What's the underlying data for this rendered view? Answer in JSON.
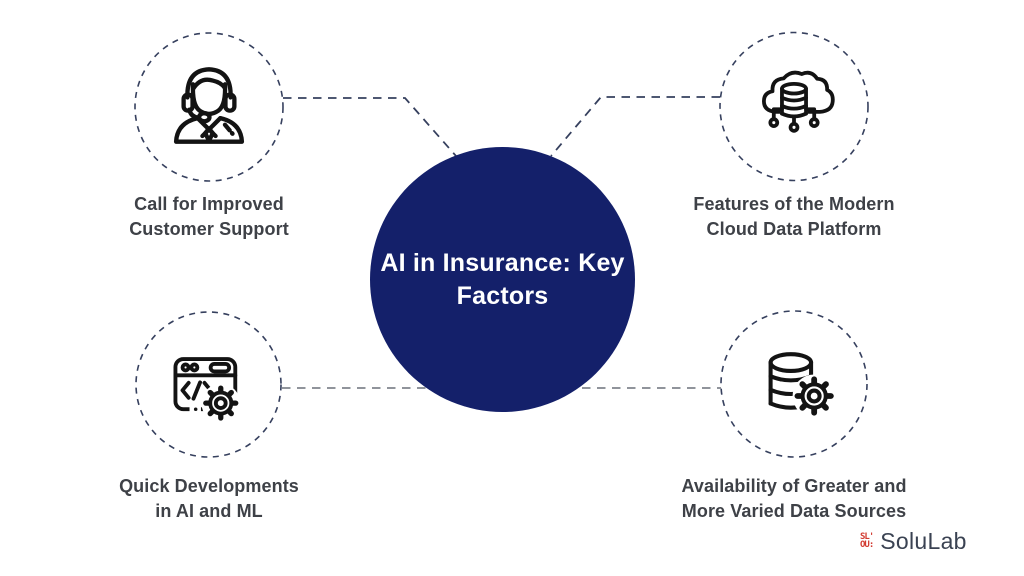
{
  "diagram": {
    "title": "AI in Insurance: Key Factors",
    "title_line1": "AI in Insurance: Key",
    "title_line2": "Factors",
    "factors": [
      {
        "position": "top-left",
        "icon": "customer-support-agent-icon",
        "label": "Call for Improved Customer Support",
        "label_line1": "Call for Improved",
        "label_line2": "Customer Support"
      },
      {
        "position": "top-right",
        "icon": "cloud-database-icon",
        "label": "Features of the Modern Cloud Data Platform",
        "label_line1": "Features of the Modern",
        "label_line2": "Cloud Data Platform"
      },
      {
        "position": "bottom-left",
        "icon": "code-window-gear-icon",
        "label": "Quick Developments in AI and ML",
        "label_line1": "Quick Developments",
        "label_line2": "in AI and ML"
      },
      {
        "position": "bottom-right",
        "icon": "database-gear-icon",
        "label": "Availability of Greater and More Varied Data Sources",
        "label_line1": "Availability of Greater and",
        "label_line2": "More Varied Data Sources"
      }
    ],
    "colors": {
      "center_circle": "#14206A",
      "center_text": "#FFFFFF",
      "label_text": "#3E4147",
      "dashed_ring": "#36405E",
      "connector_top": "#36405E",
      "connector_bottom": "#80858D",
      "icon_stroke": "#131313",
      "background": "#FFFFFF"
    }
  },
  "branding": {
    "logo_mark_line1": "SL'",
    "logo_mark_line2": "OU:",
    "logo_mark_color": "#D23B31",
    "logo_text": "SoluLab",
    "logo_text_color": "#3A4252"
  }
}
